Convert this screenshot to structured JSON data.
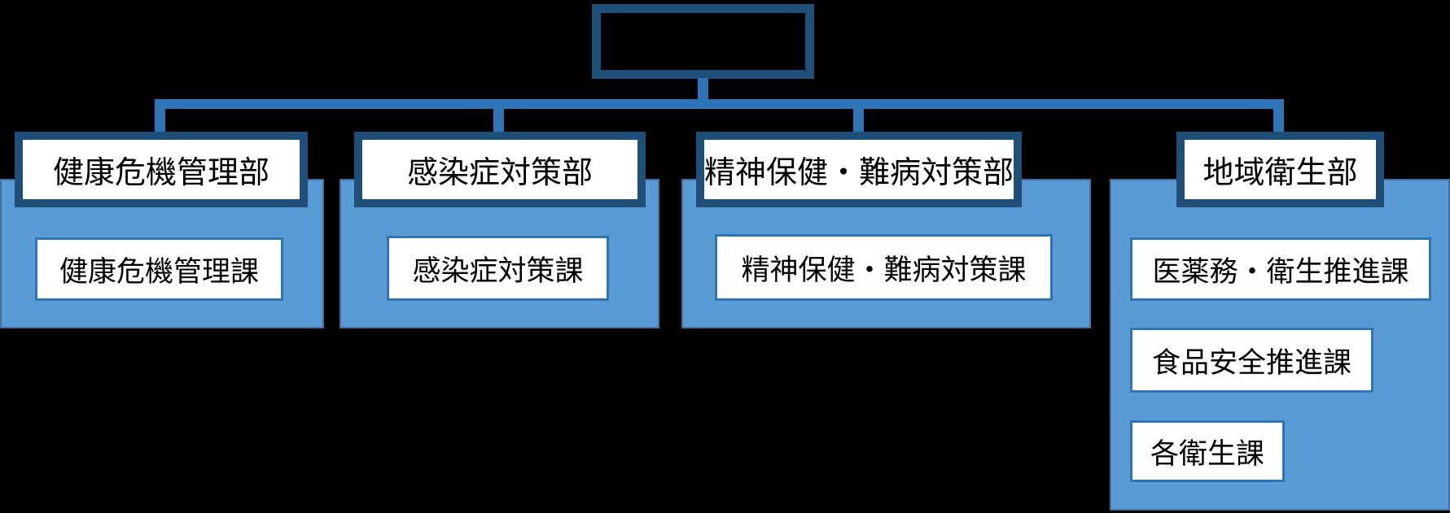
{
  "root": {
    "label": ""
  },
  "departments": [
    {
      "name": "健康危機管理部",
      "divisions": [
        "健康危機管理課"
      ]
    },
    {
      "name": "感染症対策部",
      "divisions": [
        "感染症対策課"
      ]
    },
    {
      "name": "精神保健・難病対策部",
      "divisions": [
        "精神保健・難病対策課"
      ]
    },
    {
      "name": "地域衛生部",
      "divisions": [
        "医薬務・衛生推進課",
        "食品安全推進課",
        "各衛生課"
      ]
    }
  ],
  "colors": {
    "background": "#000000",
    "connector": "#2E75B6",
    "box_border_dark": "#1F4E79",
    "panel_fill": "#5B9BD5",
    "panel_border": "#41719C",
    "division_border": "#2E75B6",
    "box_fill": "#FFFFFF",
    "text": "#000000"
  }
}
